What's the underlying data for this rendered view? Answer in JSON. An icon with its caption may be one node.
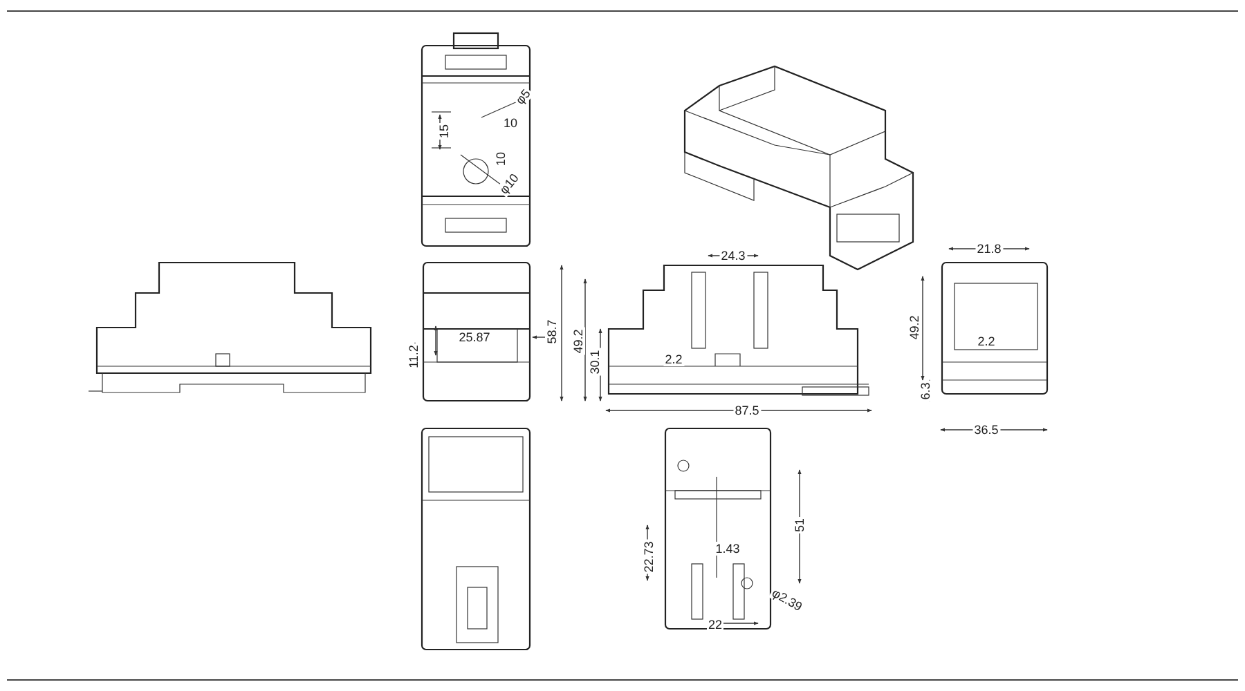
{
  "diagram": {
    "labels": [
      "φ5",
      "15",
      "10",
      "10",
      "φ10",
      "25.87",
      "11.2",
      "24.3",
      "58.7",
      "49.2",
      "30.1",
      "2.2",
      "87.5",
      "21.8",
      "49.2",
      "2.2",
      "6.3",
      "36.5",
      "51",
      "22.73",
      "1.43",
      "22",
      "φ2.39"
    ]
  }
}
